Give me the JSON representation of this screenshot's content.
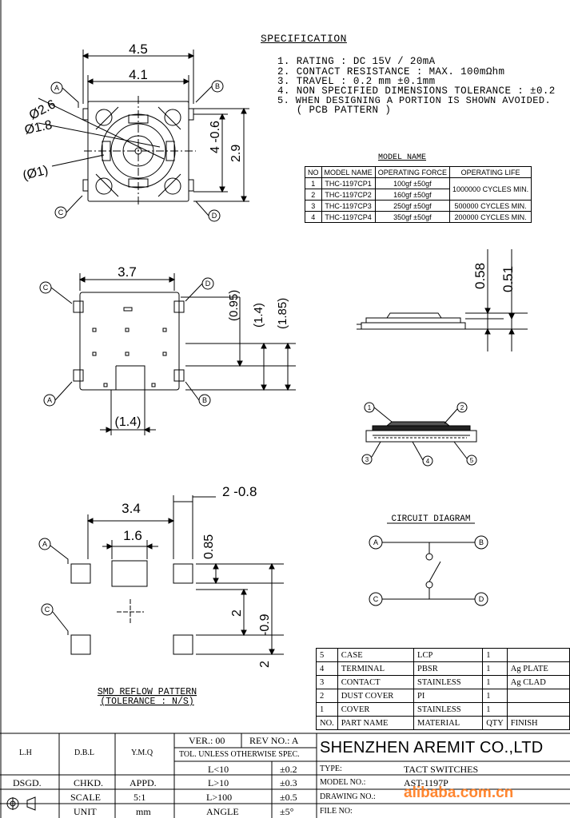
{
  "spec": {
    "title": "SPECIFICATION",
    "lines": [
      "1. RATING : DC 15V / 20mA",
      "2. CONTACT RESISTANCE : MAX. 100mΩhm",
      "3. TRAVEL : 0.2 mm ±0.1mm",
      "4. NON SPECIFIED DIMENSIONS TOLERANCE : ±0.2",
      "5. WHEN DESIGNING A PORTION IS SHOWN AVOIDED.",
      "   ( PCB PATTERN )"
    ]
  },
  "model": {
    "title": "MODEL NAME",
    "headers": [
      "NO",
      "MODEL NAME",
      "OPERATING FORCE",
      "OPERATING LIFE"
    ],
    "rows": [
      {
        "no": "1",
        "name": "THC-1197CP1",
        "force": "100gf ±50gf"
      },
      {
        "no": "2",
        "name": "THC-1197CP2",
        "force": "160gf ±50gf"
      },
      {
        "no": "3",
        "name": "THC-1197CP3",
        "force": "250gf ±50gf",
        "life": "500000 CYCLES MIN."
      },
      {
        "no": "4",
        "name": "THC-1197CP4",
        "force": "350gf ±50gf",
        "life": "200000 CYCLES MIN."
      }
    ],
    "life_merged": "1000000 CYCLES MIN."
  },
  "dims": {
    "top_width_outer": "4.5",
    "top_width_inner": "4.1",
    "dia_26": "Ø2.6",
    "dia_18": "Ø1.8",
    "dia_1": "(Ø1)",
    "h_4_06": "4 -0.6",
    "h_29": "2.9",
    "side_37": "3.7",
    "side_095": "(0.95)",
    "side_14v": "(1.4)",
    "side_185": "(1.85)",
    "side_14h": "(1.4)",
    "prof_058": "0.58",
    "prof_051": "0.51",
    "smd_34": "3.4",
    "smd_16": "1.6",
    "smd_2_08": "2 -0.8",
    "smd_085": "0.85",
    "smd_2": "2",
    "smd_09": "-0.9",
    "smd_2b": "2"
  },
  "markers": {
    "a": "A",
    "b": "B",
    "c": "C",
    "d": "D",
    "n1": "1",
    "n2": "2",
    "n3": "3",
    "n4": "4",
    "n5": "5"
  },
  "circuit_title": "CIRCUIT DIAGRAM",
  "smd_title_1": "SMD REFLOW PATTERN",
  "smd_title_2": "(TOLERANCE : N/S)",
  "parts": {
    "rows": [
      {
        "no": "5",
        "name": "CASE",
        "material": "LCP",
        "qty": "1",
        "finish": ""
      },
      {
        "no": "4",
        "name": "TERMINAL",
        "material": "PBSR",
        "qty": "1",
        "finish": "Ag PLATE"
      },
      {
        "no": "3",
        "name": "CONTACT",
        "material": "STAINLESS",
        "qty": "1",
        "finish": "Ag CLAD"
      },
      {
        "no": "2",
        "name": "DUST COVER",
        "material": "PI",
        "qty": "1",
        "finish": ""
      },
      {
        "no": "1",
        "name": "COVER",
        "material": "STAINLESS",
        "qty": "1",
        "finish": ""
      }
    ],
    "headers": [
      "NO.",
      "PART NAME",
      "MATERIAL",
      "QTY",
      "FINISH"
    ]
  },
  "title_block": {
    "lh": "L.H",
    "dbl": "D.B.L",
    "ymq": "Y.M.Q",
    "ver": "VER.: 00",
    "rev": "REV NO.: A",
    "tol_note": "TOL. UNLESS OTHERWISE SPEC.",
    "tol_rows": [
      {
        "range": "L<10",
        "tol": "±0.2"
      },
      {
        "range": "L>10",
        "tol": "±0.3"
      },
      {
        "range": "L>100",
        "tol": "±0.5"
      },
      {
        "range": "ANGLE",
        "tol": "±5°"
      }
    ],
    "dsgd": "DSGD.",
    "chkd": "CHKD.",
    "appd": "APPD.",
    "scale_label": "SCALE",
    "scale_val": "5:1",
    "unit_label": "UNIT",
    "unit_val": "mm",
    "company": "SHENZHEN AREMIT CO.,LTD",
    "type_label": "TYPE:",
    "type_val": "TACT SWITCHES",
    "model_label": "MODEL NO.:",
    "model_val": "AST-1197P",
    "drawing_label": "DRAWING NO.:",
    "file_label": "FILE NO:"
  },
  "watermark": "alibaba.com.cn"
}
